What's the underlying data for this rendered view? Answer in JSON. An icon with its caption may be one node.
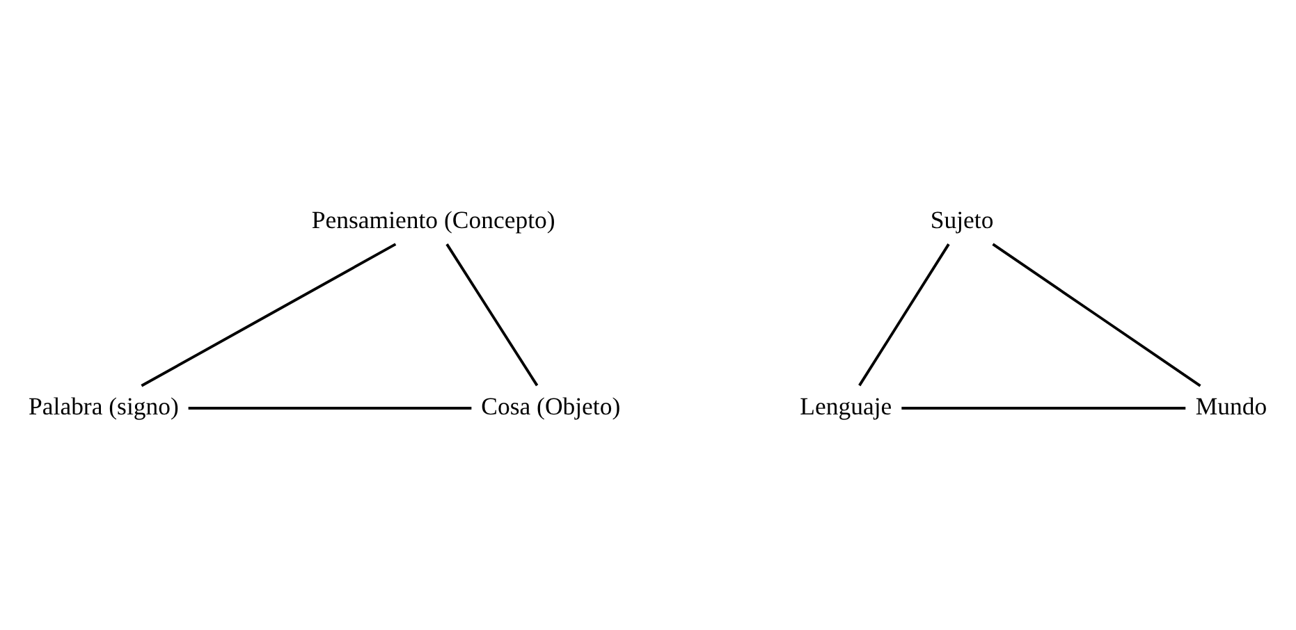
{
  "diagram": {
    "nodes": [
      {
        "text": [
          "Pensamiento (Concepto)"
        ]
      },
      {
        "text": [
          "Palabra (signo)"
        ]
      },
      {
        "text": [
          "Cosa (Objeto)"
        ]
      },
      {
        "text": [
          "Sujeto"
        ]
      },
      {
        "text": [
          "Lenguaje"
        ]
      },
      {
        "text": [
          "Mundo"
        ]
      }
    ],
    "edges": [
      {
        "from": 0,
        "to": 1,
        "arrow": "none"
      },
      {
        "from": 0,
        "to": 2,
        "arrow": "none"
      },
      {
        "from": 1,
        "to": 2,
        "arrow": "none"
      },
      {
        "from": 3,
        "to": 4,
        "arrow": "none"
      },
      {
        "from": 3,
        "to": 5,
        "arrow": "none"
      },
      {
        "from": 4,
        "to": 5,
        "arrow": "none"
      }
    ]
  }
}
